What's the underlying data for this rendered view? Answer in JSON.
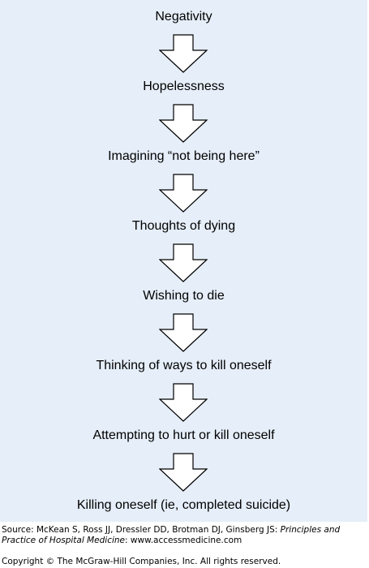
{
  "steps": [
    "Negativity",
    "Hopelessness",
    "Imagining “not being here”",
    "Thoughts of dying",
    "Wishing to die",
    "Thinking of ways to kill oneself",
    "Attempting to hurt or kill oneself",
    "Killing oneself (ie, completed suicide)"
  ],
  "colors": {
    "panel_background": "#e6eef9",
    "arrow_fill": "#ffffff",
    "arrow_stroke": "#000000"
  },
  "source": {
    "prefix": "Source: McKean S, Ross JJ, Dressler DD, Brotman DJ, Ginsberg JS: ",
    "book_title": "Principles and Practice of Hospital Medicine",
    "suffix": ": www.accessmedicine.com"
  },
  "copyright": "Copyright © The McGraw-Hill Companies, Inc. All rights reserved."
}
